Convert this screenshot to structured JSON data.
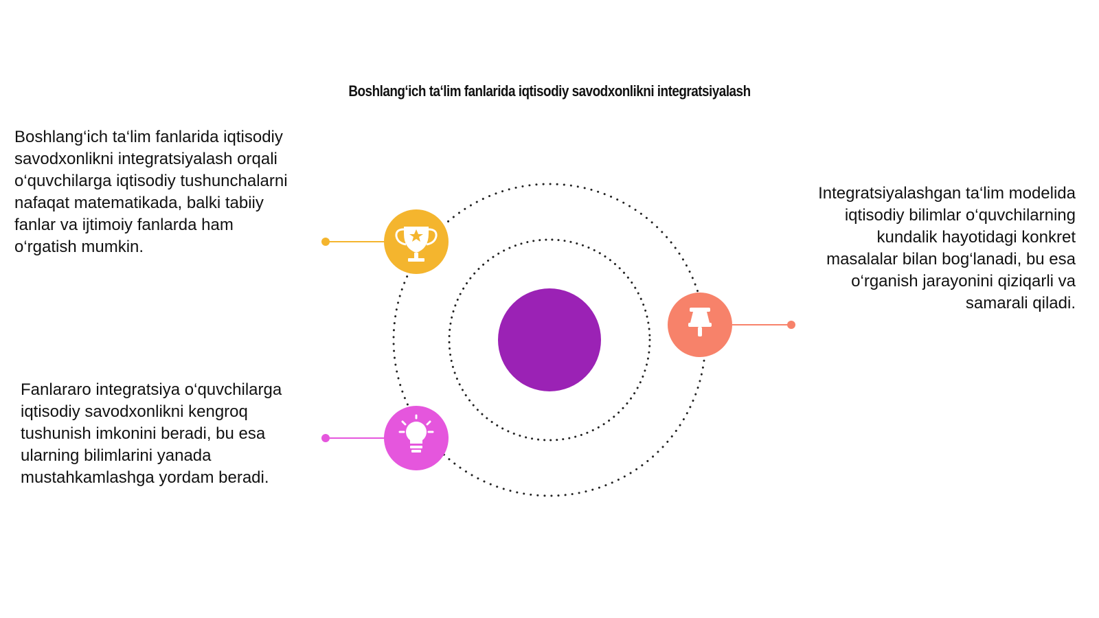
{
  "title": "Boshlang‘ich ta‘lim fanlarida iqtisodiy savodxonlikni integratsiyalash",
  "items": [
    {
      "text": "Boshlang‘ich ta‘lim fanlarida iqtisodiy savodxonlikni integratsiyalash orqali o‘quvchilarga iqtisodiy tushunchalarni nafaqat matematikada, balki tabiiy fanlar va ijtimoiy fanlarda ham o‘rgatish mumkin.",
      "icon": "trophy-icon",
      "color": "#F4B52E"
    },
    {
      "text": "Integratsiyalashgan ta‘lim modelida iqtisodiy bilimlar o‘quvchilarning kundalik hayotidagi konkret masalalar bilan bog‘lanadi, bu esa o‘rganish jarayonini qiziqarli va samarali qiladi.",
      "icon": "pushpin-icon",
      "color": "#F7826A"
    },
    {
      "text": "Fanlararo integratsiya o‘quvchilarga iqtisodiy savodxonlikni kengroq tushunish imkonini beradi, bu esa ularning bilimlarini yanada mustahkamlashga yordam beradi.",
      "icon": "lightbulb-icon",
      "color": "#E556DD"
    }
  ],
  "center_color": "#9B22B5"
}
